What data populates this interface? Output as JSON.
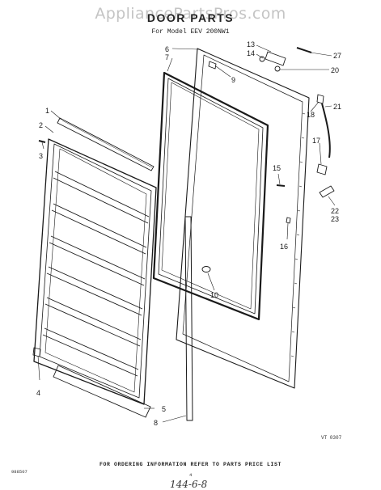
{
  "watermark": "AppliancePartsPros.com",
  "title": "DOOR PARTS",
  "model": "For Model EEV 200NW1",
  "drawing_code": "VT 0307",
  "footer_note": "FOR ORDERING INFORMATION REFER TO PARTS PRICE LIST",
  "doc_code": "988507",
  "page_number": "4",
  "handwritten": "144-6-8",
  "part_labels": [
    "1",
    "2",
    "3",
    "4",
    "5",
    "6",
    "7",
    "8",
    "9",
    "10",
    "13",
    "14",
    "15",
    "16",
    "17",
    "18",
    "20",
    "21",
    "22",
    "23",
    "27"
  ]
}
